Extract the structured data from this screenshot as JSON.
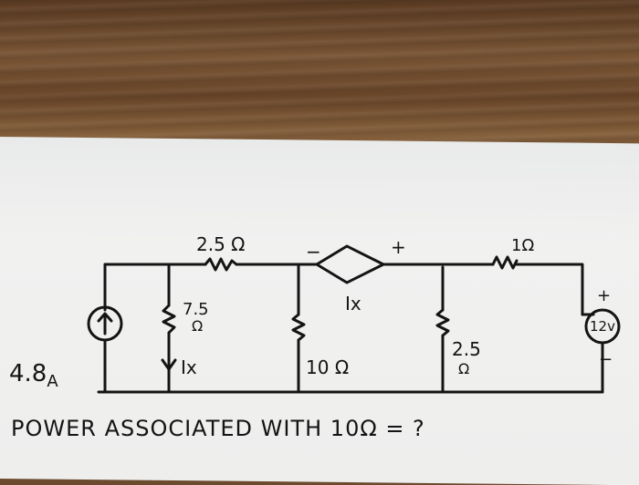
{
  "circuit": {
    "current_source": {
      "value": "4.8",
      "unit": "A",
      "direction": "up-arrow-icon"
    },
    "r_series_left": {
      "value": "2.5",
      "unit": "Ω"
    },
    "r_shunt_1": {
      "value": "7.5",
      "unit": "Ω",
      "current_label": "Ix"
    },
    "r_shunt_2": {
      "value": "10",
      "unit": "Ω"
    },
    "dependent_source": {
      "type": "diamond",
      "control": "Ix",
      "neg": "−",
      "pos": "+"
    },
    "r_shunt_3": {
      "value": "2.5",
      "unit": "Ω"
    },
    "r_series_right": {
      "value": "1",
      "unit": "Ω"
    },
    "voltage_source": {
      "value": "12v",
      "pos": "+",
      "neg": "−"
    }
  },
  "question": "POWER ASSOCIATED WITH 10Ω = ?"
}
